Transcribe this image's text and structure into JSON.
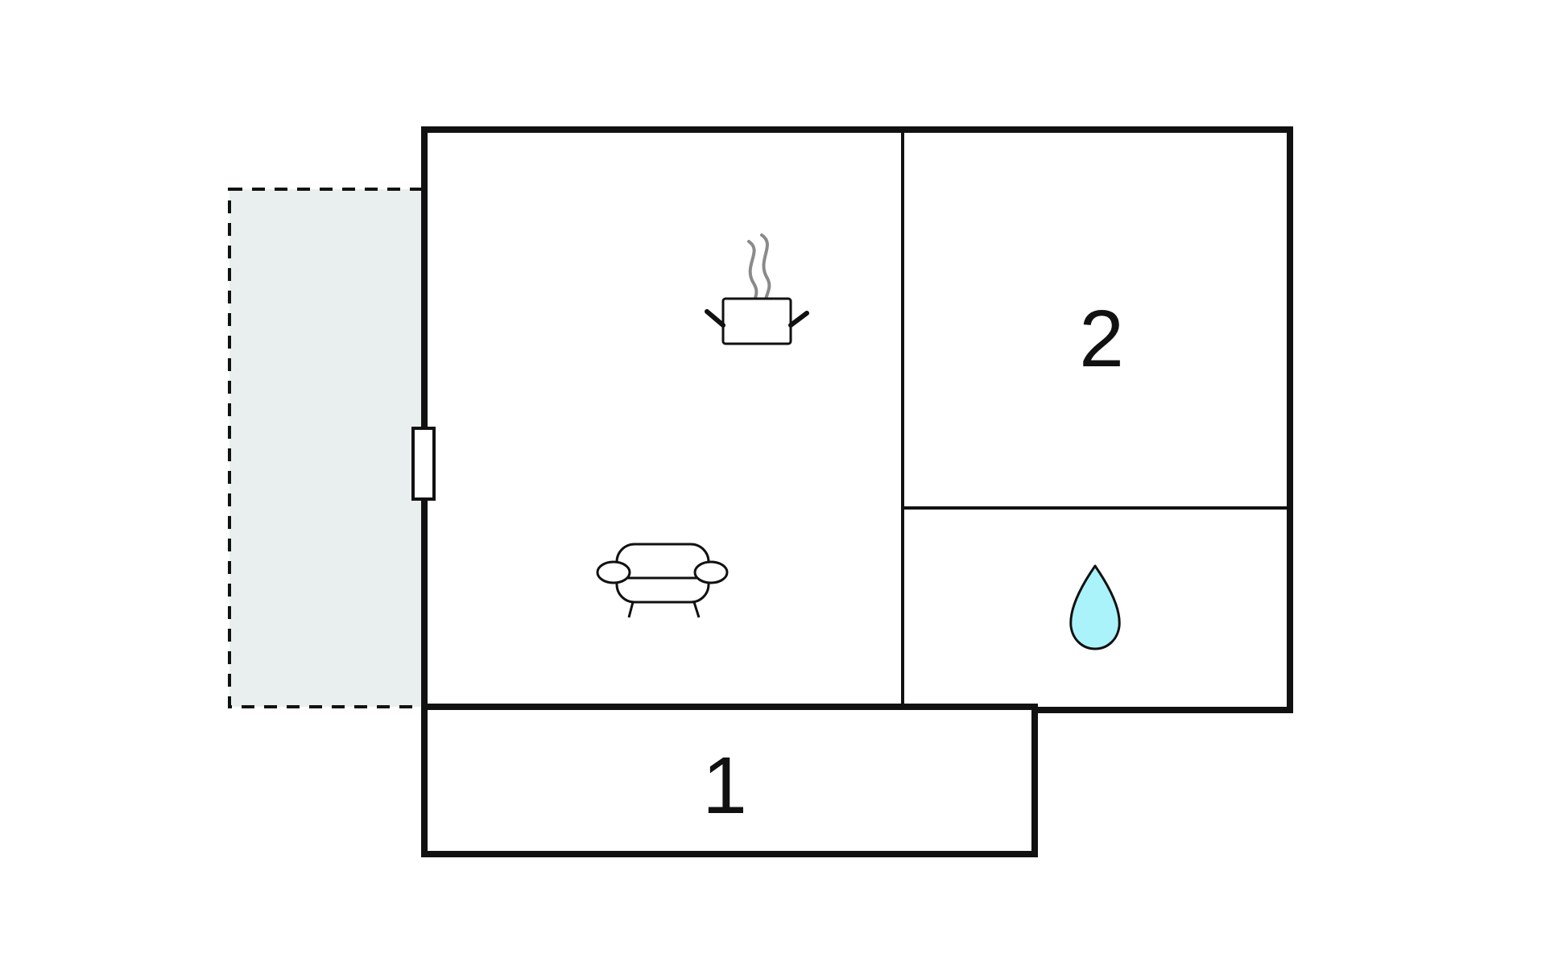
{
  "floorplan": {
    "rooms": {
      "bedroom_1": {
        "label": "1"
      },
      "bedroom_2": {
        "label": "2"
      },
      "living_kitchen": {
        "icons": [
          "cooking-pot-icon",
          "sofa-icon"
        ]
      },
      "bathroom": {
        "icons": [
          "water-drop-icon"
        ]
      }
    },
    "terrace": {
      "style": "dashed-outline"
    }
  },
  "colors": {
    "wall": "#111111",
    "background": "#ffffff",
    "terrace_fill": "#e9efef",
    "water_drop_fill": "#aaf3fb",
    "steam": "#8a8a8a"
  }
}
